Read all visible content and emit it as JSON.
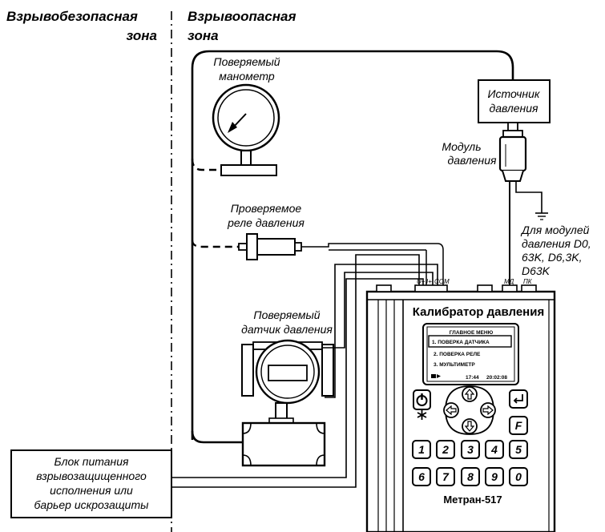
{
  "zones": {
    "safe_line1": "Взрывобезопасная",
    "safe_line2": "зона",
    "hazard_line1": "Взрывоопасная",
    "hazard_line2": "зона"
  },
  "gauge": {
    "line1": "Поверяемый",
    "line2": "манометр"
  },
  "relay": {
    "line1": "Проверяемое",
    "line2": "реле давления"
  },
  "transmitter": {
    "line1": "Поверяемый",
    "line2": "датчик давления"
  },
  "pressure_source": {
    "line1": "Источник",
    "line2": "давления"
  },
  "pressure_module": {
    "line1": "Модуль",
    "line2": "давления"
  },
  "module_note": {
    "line1": "Для модулей",
    "line2": "давления D0,",
    "line3": "63K, D6,3K,",
    "line4": "D63K"
  },
  "power_supply": {
    "line1": "Блок питания",
    "line2": "взрывозащищенного",
    "line3": "исполнения или",
    "line4": "барьер искрозащиты"
  },
  "calibrator": {
    "title": "Калибратор давления",
    "brand": "Метран-517",
    "ports": {
      "u": "U+",
      "i": "I+",
      "com": "COM",
      "md": "МД",
      "pk": "ПК"
    },
    "screen": {
      "header": "ГЛАВНОЕ МЕНЮ",
      "item1": "1. ПОВЕРКА ДАТЧИКА",
      "item2": "2. ПОВЕРКА РЕЛЕ",
      "item3": "3. МУЛЬТИМЕТР",
      "time": "17:44",
      "timer": "20:02:08"
    },
    "keys": [
      "1",
      "2",
      "3",
      "4",
      "5",
      "6",
      "7",
      "8",
      "9",
      "0"
    ],
    "f_key": "F"
  }
}
